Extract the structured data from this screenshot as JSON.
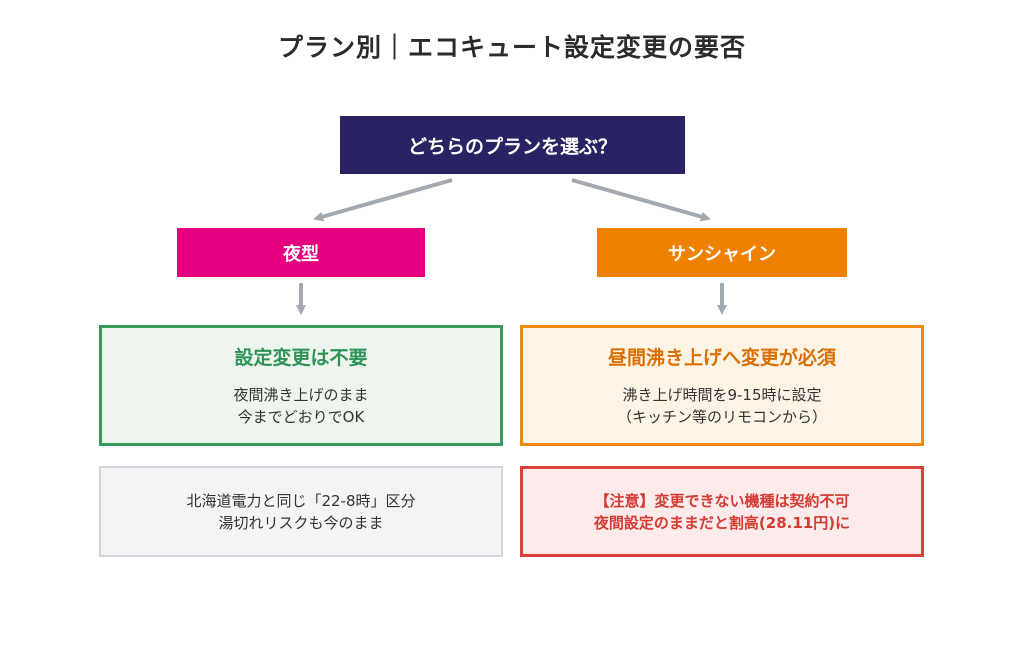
{
  "title": "プラン別｜エコキュート設定変更の要否",
  "root": {
    "label": "どちらのプランを選ぶ？"
  },
  "plans": {
    "night": {
      "label": "夜型",
      "result_head": "設定変更は不要",
      "result_lines": [
        "夜間沸き上げのまま",
        "今までどおりでOK"
      ],
      "note_lines": [
        "北海道電力と同じ「22-8時」区分",
        "湯切れリスクも今のまま"
      ]
    },
    "sun": {
      "label": "サンシャイン",
      "result_head": "昼間沸き上げへ変更が必須",
      "result_lines": [
        "沸き上げ時間を9-15時に設定",
        "（キッチン等のリモコンから）"
      ],
      "note_lines": [
        "【注意】変更できない機種は契約不可",
        "夜間設定のままだと割高(28.11円)に"
      ]
    }
  },
  "colors": {
    "root": "#2a2363",
    "night": "#e5007f",
    "sun": "#ef8100",
    "ok_green": "#3a9a5c",
    "warn_orange": "#ef8a10",
    "alert_red": "#d9413a",
    "arrow_gray": "#a3a9b0"
  }
}
